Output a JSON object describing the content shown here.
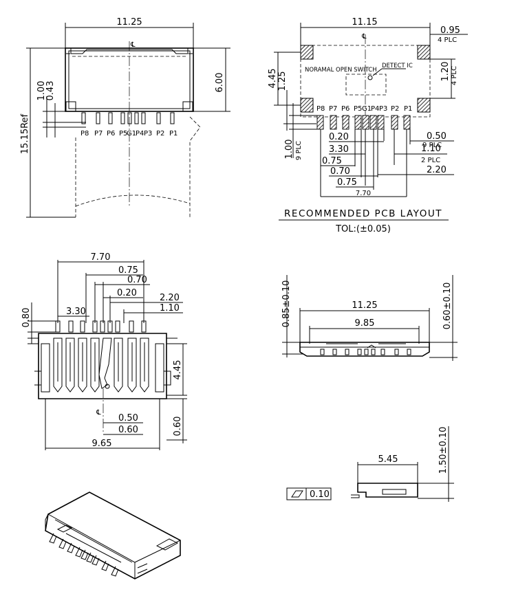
{
  "top_view": {
    "width": "11.25",
    "height_6": "6.00",
    "overall": "15.15Ref",
    "dim_100": "1.00",
    "dim_043": "0.43",
    "center_mark": "℄",
    "pins": [
      "P8",
      "P7",
      "P6",
      "P5",
      "G1",
      "P4",
      "P3",
      "P2",
      "P1"
    ]
  },
  "pcb_layout": {
    "width": "11.15",
    "dim_095": "0.95",
    "plc4_a": "4 PLC",
    "dim_445": "4.45",
    "dim_125": "1.25",
    "dim_120": "1.20",
    "plc4_b": "4 PLC",
    "switch_label": "NORAMAL OPEN SWITCH",
    "detect_label": "DETECT IC",
    "center_mark": "℄",
    "pins": [
      "P8",
      "P7",
      "P6",
      "P5",
      "G1",
      "P4",
      "P3",
      "P2",
      "P1"
    ],
    "dim_100": "1.00",
    "plc9_a": "9 PLC",
    "dim_020": "0.20",
    "dim_330": "3.30",
    "dim_075a": "0.75",
    "dim_070": "0.70",
    "dim_075b": "0.75",
    "dim_770": "7.70",
    "dim_050": "0.50",
    "plc9_b": "9 PLC",
    "dim_110": "1.10",
    "plc2": "2 PLC",
    "dim_220": "2.20",
    "title": "RECOMMENDED PCB LAYOUT",
    "tolerance": "TOL:(±0.05)"
  },
  "bottom_view": {
    "dim_770": "7.70",
    "dim_075": "0.75",
    "dim_070": "0.70",
    "dim_020": "0.20",
    "dim_220": "2.20",
    "dim_330": "3.30",
    "dim_110": "1.10",
    "dim_080": "0.80",
    "dim_445": "4.45",
    "center_mark": "℄",
    "dim_050": "0.50",
    "dim_060a": "0.60",
    "dim_060b": "0.60",
    "dim_965": "9.65"
  },
  "front_view": {
    "dim_085": "0.85±0.10",
    "dim_1125": "11.25",
    "dim_985": "9.85",
    "dim_060": "0.60±0.10"
  },
  "side_view": {
    "dim_545": "5.45",
    "dim_150": "1.50±0.10",
    "flatness": "0.10"
  }
}
